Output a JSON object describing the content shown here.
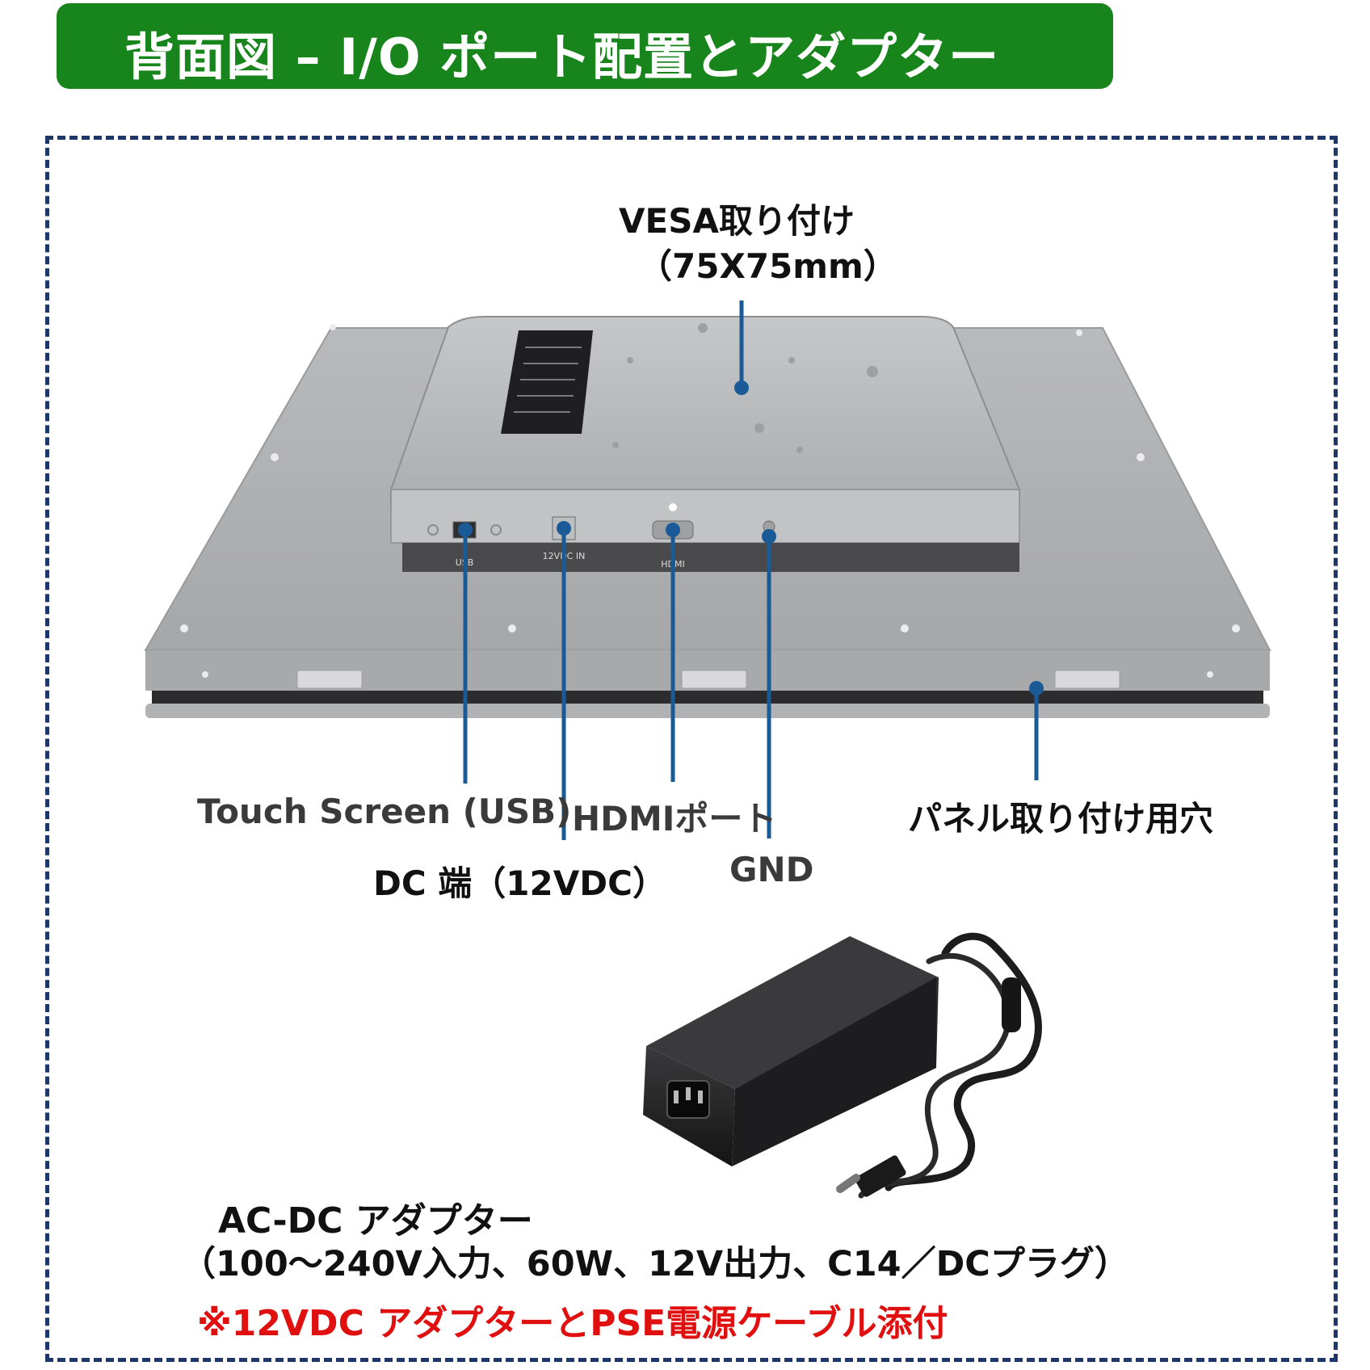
{
  "header": {
    "title": "背面図 – I/O ポート配置とアダプター"
  },
  "callouts": {
    "vesa_line1": "VESA取り付け",
    "vesa_line2": "（75X75mm）",
    "usb": "Touch Screen (USB)",
    "hdmi": "HDMIポート",
    "panel": "パネル取り付け用穴",
    "dc": "DC 端（12VDC）",
    "gnd": "GND"
  },
  "panel_labels": {
    "usb": "USB",
    "dc_in": "12VDC IN",
    "hdmi": "HDMI"
  },
  "adapter": {
    "title": "AC-DC アダプター",
    "spec": "（100～240V入力、60W、12V出力、C14／DCプラグ）",
    "note": "※12VDC アダプターとPSE電源ケーブル添付"
  },
  "colors": {
    "header_bg": "#17841c",
    "frame_border": "#1f3768",
    "callout_line": "#1a5a96",
    "note_red": "#e01010"
  }
}
